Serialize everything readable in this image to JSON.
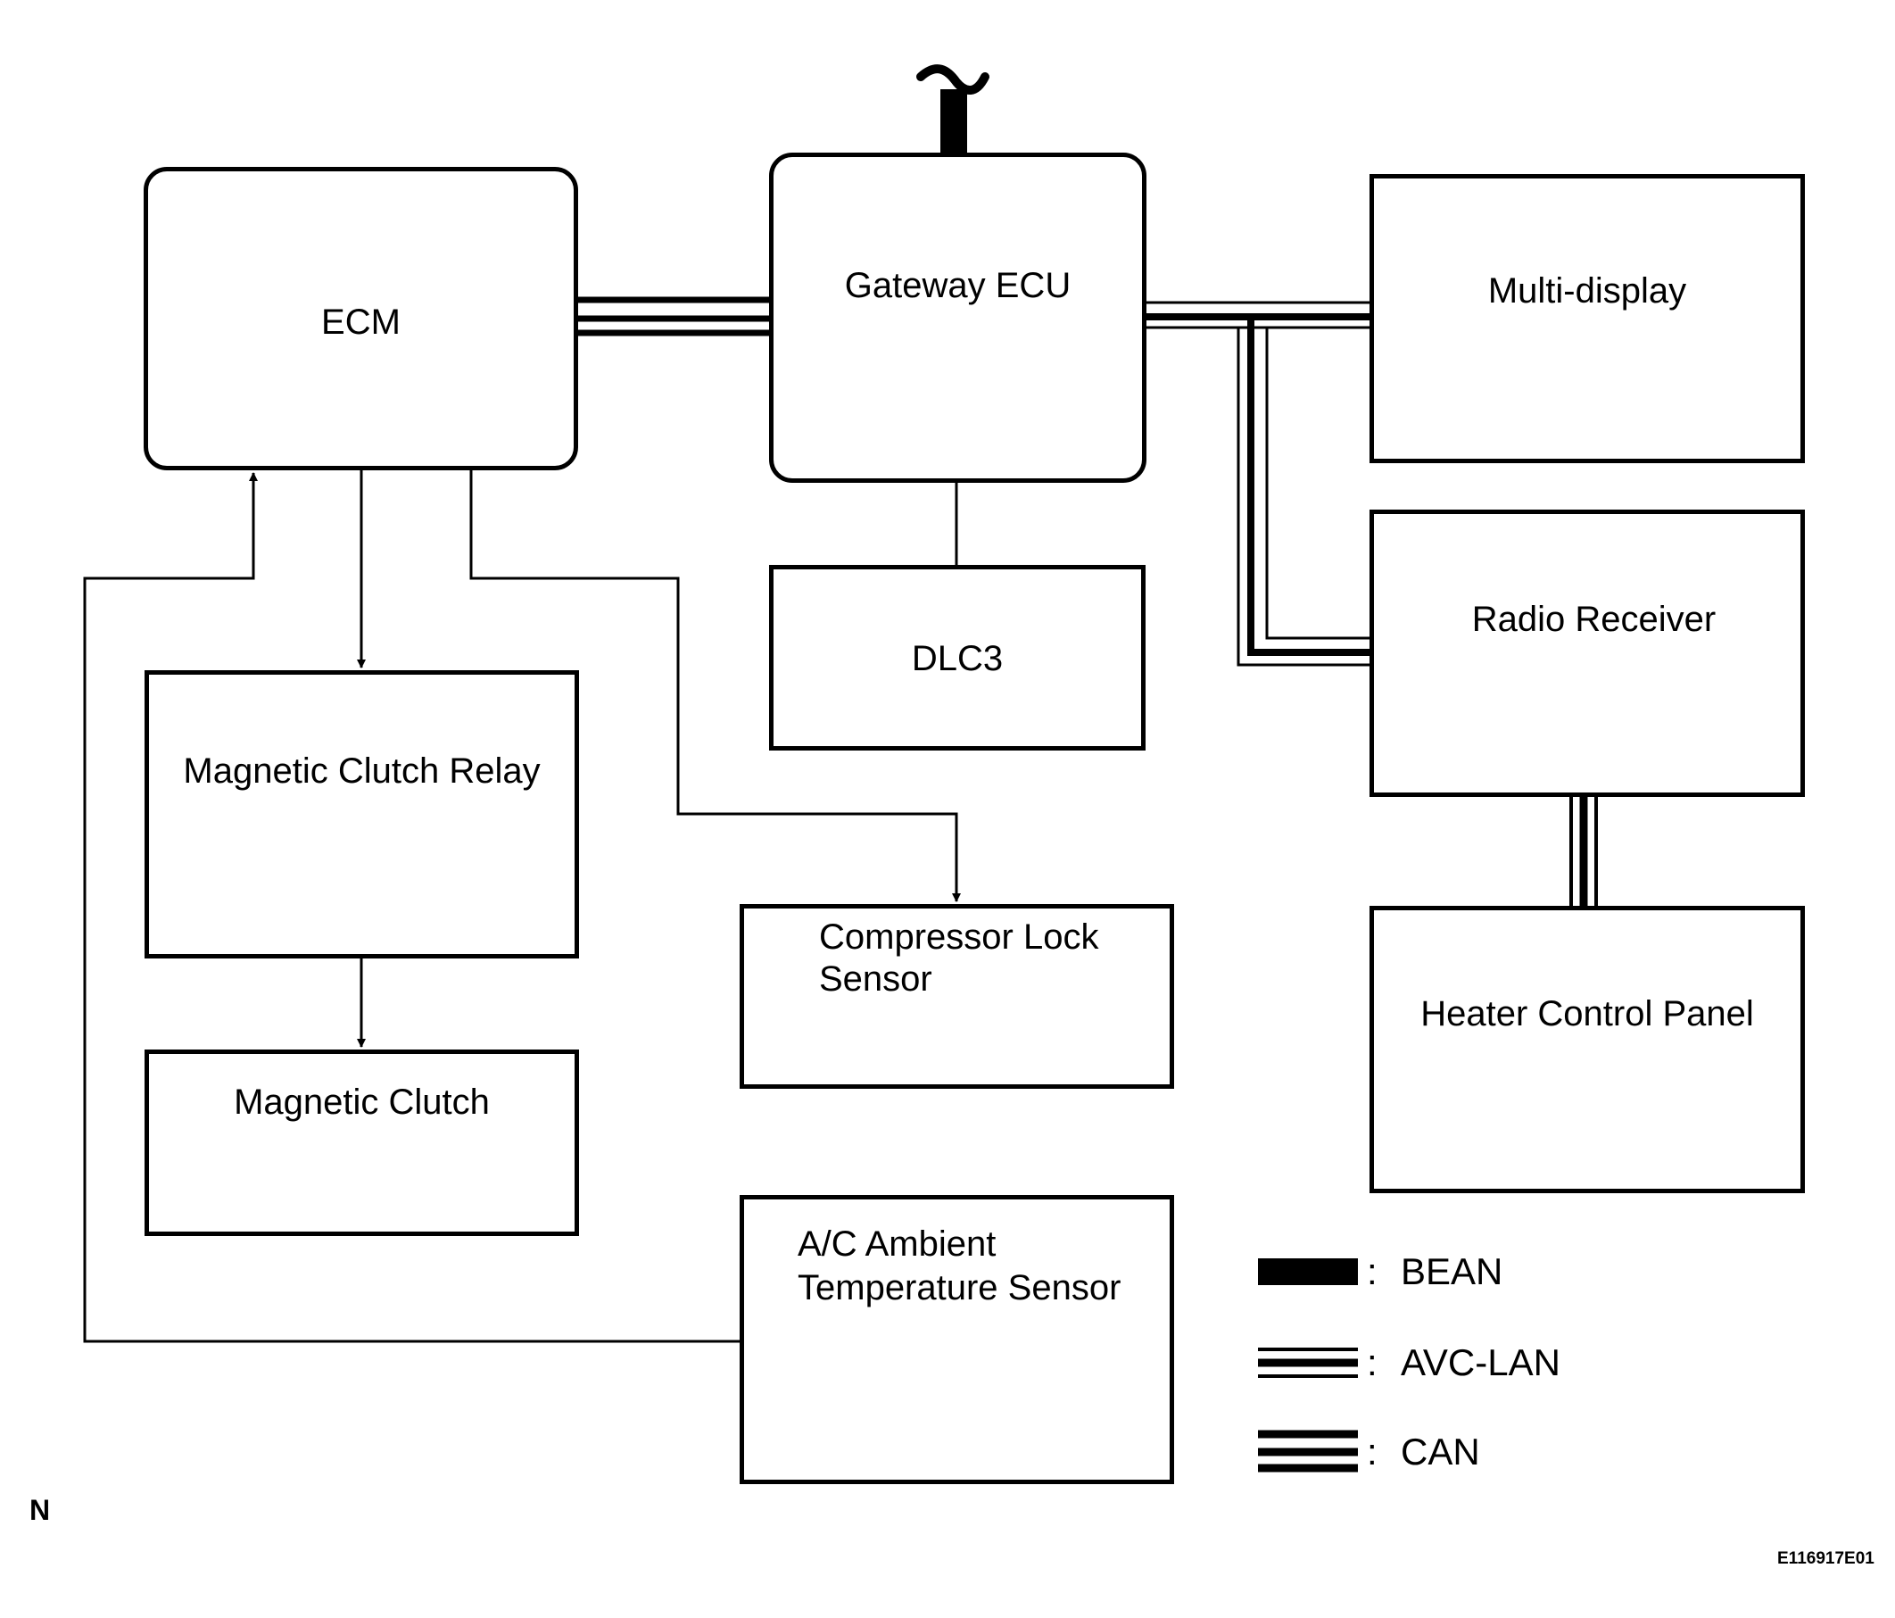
{
  "nodes": {
    "ecm": "ECM",
    "gateway_ecu": "Gateway ECU",
    "multi_display": "Multi-display",
    "radio_receiver": "Radio Receiver",
    "dlc3": "DLC3",
    "magnetic_clutch_relay": "Magnetic Clutch Relay",
    "magnetic_clutch": "Magnetic Clutch",
    "compressor_lock_sensor_line1": "Compressor Lock",
    "compressor_lock_sensor_line2": "Sensor",
    "heater_control_panel": "Heater Control Panel",
    "ac_ambient_temp_sensor_line1": "A/C Ambient",
    "ac_ambient_temp_sensor_line2": "Temperature Sensor"
  },
  "legend": {
    "separator": ":",
    "bean": "BEAN",
    "avc_lan": "AVC-LAN",
    "can": "CAN"
  },
  "corner_mark": "N",
  "figure_code": "E116917E01"
}
